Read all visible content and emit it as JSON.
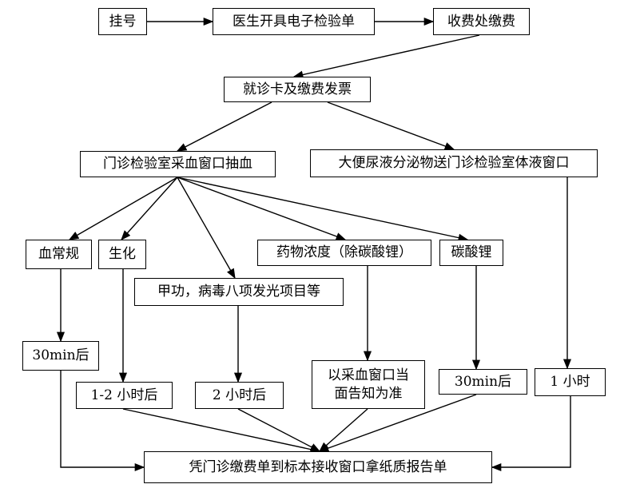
{
  "nodes": {
    "n1": "挂号",
    "n2": "医生开具电子检验单",
    "n3": "收费处缴费",
    "n4": "就诊卡及缴费发票",
    "n5": "门诊检验室采血窗口抽血",
    "n6": "大便尿液分泌物送门诊检验室体液窗口",
    "n7": "血常规",
    "n8": "生化",
    "n9": "药物浓度（除碳酸锂）",
    "n10": "碳酸锂",
    "n11": "甲功，病毒八项发光项目等",
    "n12": "30min后",
    "n13": "1-2 小时后",
    "n14": "2 小时后",
    "n15": "以采血窗口当\n面告知为准",
    "n16": "30min后",
    "n17": "1 小时",
    "n18": "凭门诊缴费单到标本接收窗口拿纸质报告单"
  },
  "edges": [
    [
      "n1",
      "n2"
    ],
    [
      "n2",
      "n3"
    ],
    [
      "n3",
      "n4"
    ],
    [
      "n4",
      "n5"
    ],
    [
      "n4",
      "n6"
    ],
    [
      "n5",
      "n7"
    ],
    [
      "n5",
      "n8"
    ],
    [
      "n5",
      "n11"
    ],
    [
      "n5",
      "n9"
    ],
    [
      "n5",
      "n10"
    ],
    [
      "n7",
      "n12"
    ],
    [
      "n8",
      "n13"
    ],
    [
      "n11",
      "n14"
    ],
    [
      "n9",
      "n15"
    ],
    [
      "n10",
      "n16"
    ],
    [
      "n6",
      "n17"
    ],
    [
      "n12",
      "n18"
    ],
    [
      "n13",
      "n18"
    ],
    [
      "n14",
      "n18"
    ],
    [
      "n15",
      "n18"
    ],
    [
      "n16",
      "n18"
    ],
    [
      "n17",
      "n18"
    ]
  ]
}
